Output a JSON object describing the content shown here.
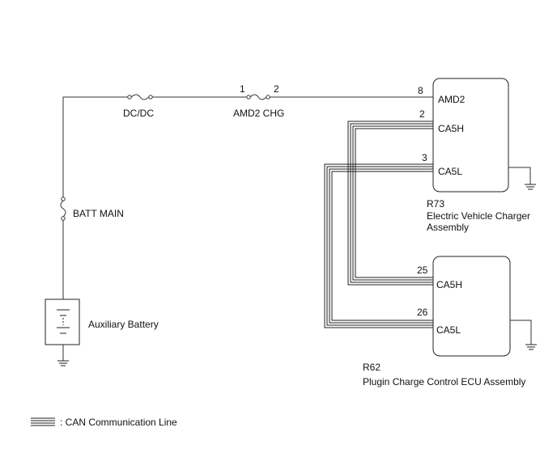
{
  "fuses": {
    "dcdc": "DC/DC",
    "amd2chg": "AMD2 CHG",
    "amd2chg_pin1": "1",
    "amd2chg_pin2": "2",
    "batt_main": "BATT MAIN"
  },
  "battery": {
    "label": "Auxiliary Battery"
  },
  "charger": {
    "code": "R73",
    "name_line1": "Electric Vehicle Charger",
    "name_line2": "Assembly",
    "pins": [
      {
        "num": "8",
        "label": "AMD2"
      },
      {
        "num": "2",
        "label": "CA5H"
      },
      {
        "num": "3",
        "label": "CA5L"
      }
    ]
  },
  "ecu": {
    "code": "R62",
    "name": "Plugin Charge Control ECU Assembly",
    "pins": [
      {
        "num": "25",
        "label": "CA5H"
      },
      {
        "num": "26",
        "label": "CA5L"
      }
    ]
  },
  "legend": {
    "text": ": CAN Communication Line"
  }
}
